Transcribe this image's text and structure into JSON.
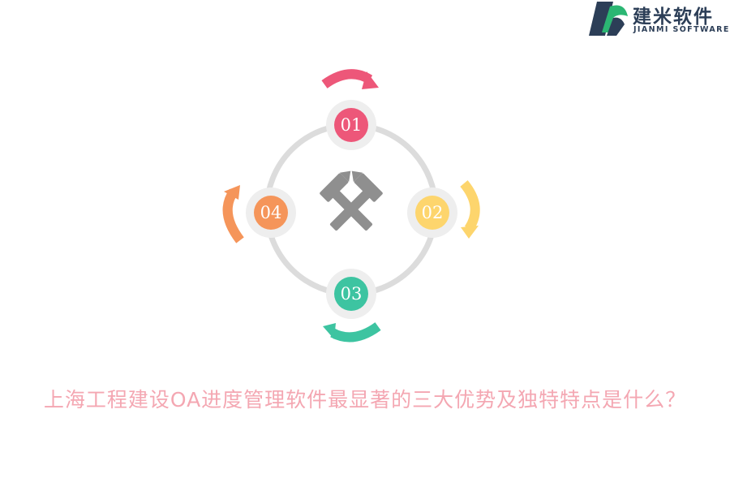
{
  "logo": {
    "name_cn": "建米软件",
    "name_en": "JIANMI SOFTWARE",
    "colors": {
      "dark": "#2c3e57",
      "green": "#2bb673"
    }
  },
  "diagram": {
    "center_icon": "crossed-hammers-icon",
    "ring_color": "#dcdcdc",
    "steps": [
      {
        "number": "01",
        "color": "#ed5779"
      },
      {
        "number": "02",
        "color": "#fdd56d"
      },
      {
        "number": "03",
        "color": "#3dc4a1"
      },
      {
        "number": "04",
        "color": "#f5955a"
      }
    ]
  },
  "caption": "上海工程建设OA进度管理软件最显著的三大优势及独特特点是什么？"
}
